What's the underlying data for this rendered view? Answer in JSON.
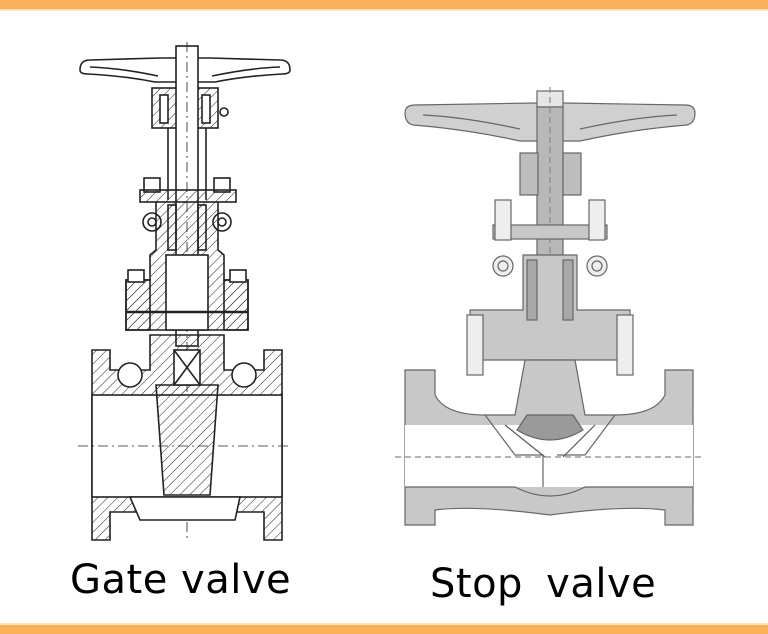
{
  "figures": [
    {
      "id": "gate",
      "caption": "Gate valve",
      "style": "line drawing with hatched section",
      "stroke": "#222222"
    },
    {
      "id": "stop",
      "caption": "Stop valve",
      "style": "grey filled cross-section",
      "fill": "#c8c8c8",
      "stroke": "#555555"
    }
  ],
  "colors": {
    "border": "#f9b25a",
    "border_light": "#fde3b7",
    "background": "#ffffff",
    "text": "#000000"
  }
}
